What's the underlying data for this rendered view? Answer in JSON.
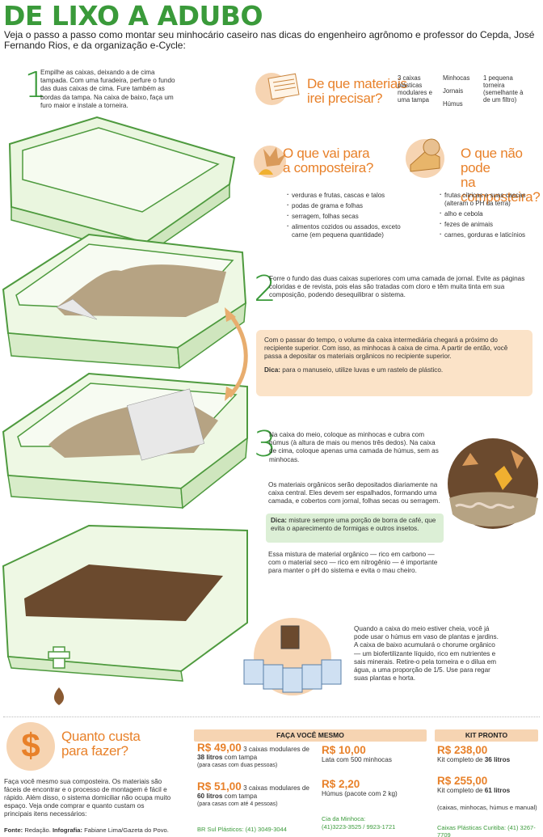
{
  "title": "DE LIXO A ADUBO",
  "intro": "Veja o passo a passo como montar seu minhocário caseiro nas dicas do engenheiro agrônomo e professor do Cepda, José Fernando Rios, e da organização e-Cycle:",
  "steps": {
    "s1": {
      "num": "1",
      "text": "Empilhe as caixas, deixando a de cima tampada. Com uma furadeira, perfure o fundo das duas caixas de cima. Fure também as bordas da tampa. Na caixa de baixo, faça um furo maior e instale a torneira."
    },
    "s2": {
      "num": "2",
      "text": "Forre o fundo das duas caixas superiores com uma camada de jornal. Evite as páginas coloridas e de revista, pois elas são tratadas com cloro e têm muita tinta em sua composição, podendo desequilibrar o sistema."
    },
    "s3": {
      "num": "3",
      "text": "Na caixa do meio, coloque as minhocas e cubra com húmus (à altura de mais ou menos três dedos). Na caixa de cima, coloque apenas uma camada de húmus, sem as minhocas."
    }
  },
  "materials": {
    "title1": "De que materiais",
    "title2": "irei precisar?",
    "col1": "3 caixas plásticas modulares e uma tampa",
    "col2a": "Minhocas",
    "col2b": "Jornais",
    "col2c": "Húmus",
    "col3": "1 pequena torneira (semelhante à de um filtro)"
  },
  "compost_yes": {
    "title1": "O que vai para",
    "title2": "a composteira?",
    "items": [
      "verduras e frutas, cascas e talos",
      "podas de grama e folhas",
      "serragem, folhas secas",
      "alimentos cozidos ou assados, exceto carne (em pequena quantidade)"
    ]
  },
  "compost_no": {
    "title1": "O que não pode",
    "title2": "na composteira?",
    "items": [
      "frutas cítricas e suas cascas (alteram o PH da terra)",
      "alho e cebola",
      "fezes de animais",
      "carnes, gorduras e laticínios"
    ]
  },
  "tip_box": {
    "text": "Com o passar do tempo, o volume da caixa intermediária chegará a próximo do recipiente superior. Com isso, as minhocas à caixa de cima. A partir de então, você passa a depositar os materiais orgânicos no recipiente superior.",
    "dica_label": "Dica:",
    "dica_text": " para o manuseio, utilize luvas e um rastelo de plástico."
  },
  "step3_extra": {
    "p1": "Os materiais orgânicos serão depositados diariamente na caixa central. Eles devem ser espalhados, formando uma camada, e cobertos com jornal, folhas secas ou serragem.",
    "dica_label": "Dica:",
    "dica_text": " misture sempre uma porção de borra de café, que evita o aparecimento de formigas e outros insetos.",
    "p2": "Essa mistura de material orgânico — rico em carbono — com o material seco — rico em nitrogênio — é importante para manter o pH do sistema e evita o mau cheiro."
  },
  "full_box": "Quando a caixa do meio estiver cheia, você já pode usar o húmus em vaso de plantas e jardins. A caixa de baixo acumulará o chorume orgânico — um biofertilizante líquido, rico em nutrientes e sais minerais. Retire-o pela torneira e o dilua em água, a uma proporção de 1/5. Use para regar suas plantas e horta.",
  "cost": {
    "symbol": "$",
    "title1": "Quanto custa",
    "title2": "para fazer?",
    "text": "Faça você mesmo sua composteira. Os materiais são fáceis de encontrar e o processo de montagem é fácil e rápido. Além disso, o sistema domiciliar não ocupa muito espaço. Veja onde comprar e quanto custam os principais itens necessários:",
    "source_label": "Fonte:",
    "source_text": " Redação. ",
    "infographic_label": "Infografia:",
    "infographic_text": " Fabiane Lima/Gazeta do Povo."
  },
  "diy": {
    "header": "FAÇA VOCÊ MESMO",
    "p1_price": "R$ 49,00",
    "p1_pre": " 3 caixas modulares de ",
    "p1_bold": "38 litros",
    "p1_post": " com tampa",
    "p1_note": "(para casas com duas pessoas)",
    "p2_price": "R$ 51,00",
    "p2_pre": " 3 caixas modulares de ",
    "p2_bold": "60 litros",
    "p2_post": " com tampa",
    "p2_note": "(para casas com até 4 pessoas)",
    "p3_price": "R$ 10,00",
    "p3_text": "Lata com 500 minhocas",
    "p4_price": "R$ 2,20",
    "p4_text": "Húmus (pacote com 2 kg)",
    "store1": "BR Sul Plásticos: (41) 3049-3044",
    "store2a": "Cia da Minhoca:",
    "store2b": "(41)3223-3525 / 9923-1721"
  },
  "kit": {
    "header": "KIT PRONTO",
    "k1_price": "R$ 238,00",
    "k1_pre": "Kit completo de ",
    "k1_bold": "36 litros",
    "k2_price": "R$ 255,00",
    "k2_pre": "Kit completo de ",
    "k2_bold": "61 litros",
    "note": "(caixas, minhocas, húmus e manual)",
    "store": "Caixas Plásticas Curitiba: (41) 3267-7709"
  },
  "colors": {
    "green": "#3a9a3a",
    "orange": "#e8812a",
    "box_fill": "#eef8e4",
    "box_stroke": "#4e9a3e"
  }
}
